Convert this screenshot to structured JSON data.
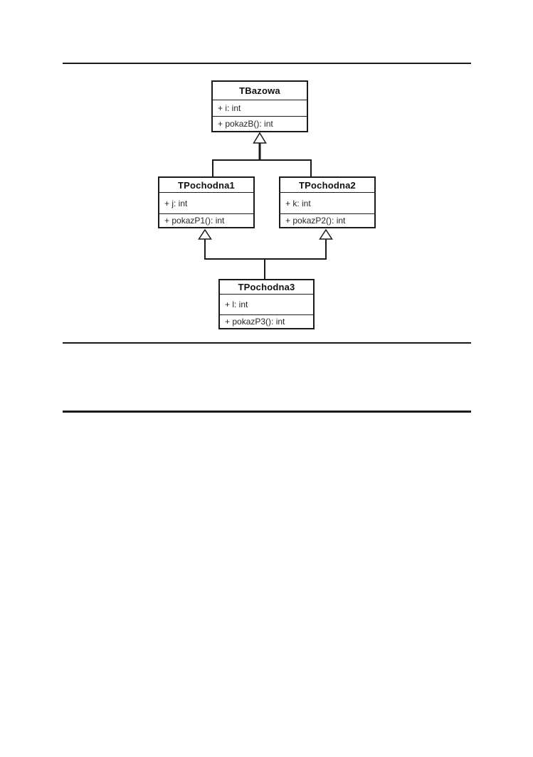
{
  "diagram": {
    "type": "uml-class-diagram",
    "classes": [
      {
        "name": "TBazowa",
        "attributes": [
          "+ i: int"
        ],
        "methods": [
          "+ pokazB(): int"
        ]
      },
      {
        "name": "TPochodna1",
        "attributes": [
          "+ j: int"
        ],
        "methods": [
          "+ pokazP1(): int"
        ]
      },
      {
        "name": "TPochodna2",
        "attributes": [
          "+ k: int"
        ],
        "methods": [
          "+ pokazP2(): int"
        ]
      },
      {
        "name": "TPochodna3",
        "attributes": [
          "+ l: int"
        ],
        "methods": [
          "+ pokazP3(): int"
        ]
      }
    ],
    "relationships": [
      {
        "type": "generalization",
        "from": "TPochodna1",
        "to": "TBazowa"
      },
      {
        "type": "generalization",
        "from": "TPochodna2",
        "to": "TBazowa"
      },
      {
        "type": "generalization",
        "from": "TPochodna3",
        "to": "TPochodna1"
      },
      {
        "type": "generalization",
        "from": "TPochodna3",
        "to": "TPochodna2"
      }
    ],
    "colors": {
      "line": "#1a1a1a",
      "box_fill": "#ffffff",
      "page_background": "#ffffff",
      "text": "#262626"
    }
  }
}
